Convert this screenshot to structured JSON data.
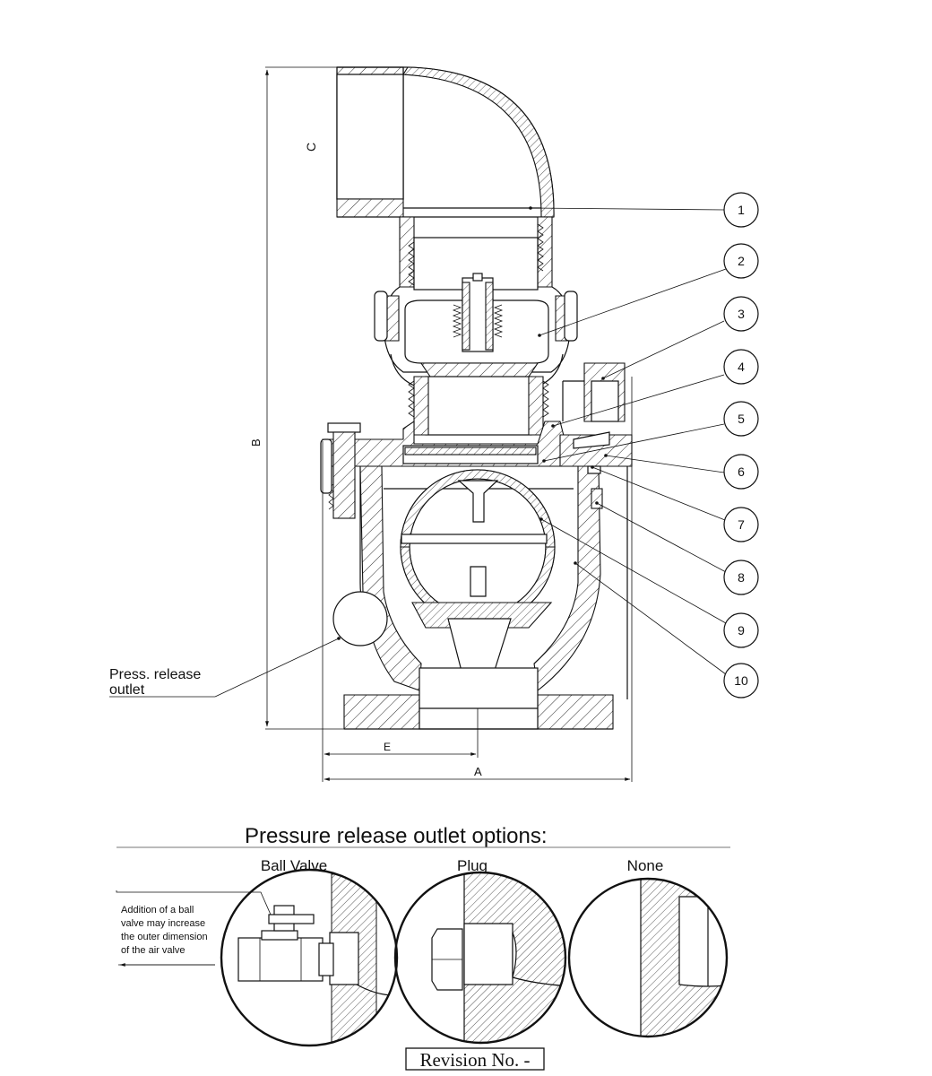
{
  "dimensions": {
    "A": "A",
    "B": "B",
    "C": "C",
    "E": "E"
  },
  "balloons": [
    "1",
    "2",
    "3",
    "4",
    "5",
    "6",
    "7",
    "8",
    "9",
    "10"
  ],
  "outlet_callout": {
    "line1": "Press. release",
    "line2": "outlet"
  },
  "options_section": {
    "heading": "Pressure release outlet options:",
    "options": [
      {
        "label": "Ball Valve"
      },
      {
        "label": "Plug"
      },
      {
        "label": "None"
      }
    ],
    "ball_valve_note": [
      "Addition of a ball",
      "valve may increase",
      "the outer dimension",
      "of the air valve"
    ]
  },
  "revision": "Revision No. -"
}
